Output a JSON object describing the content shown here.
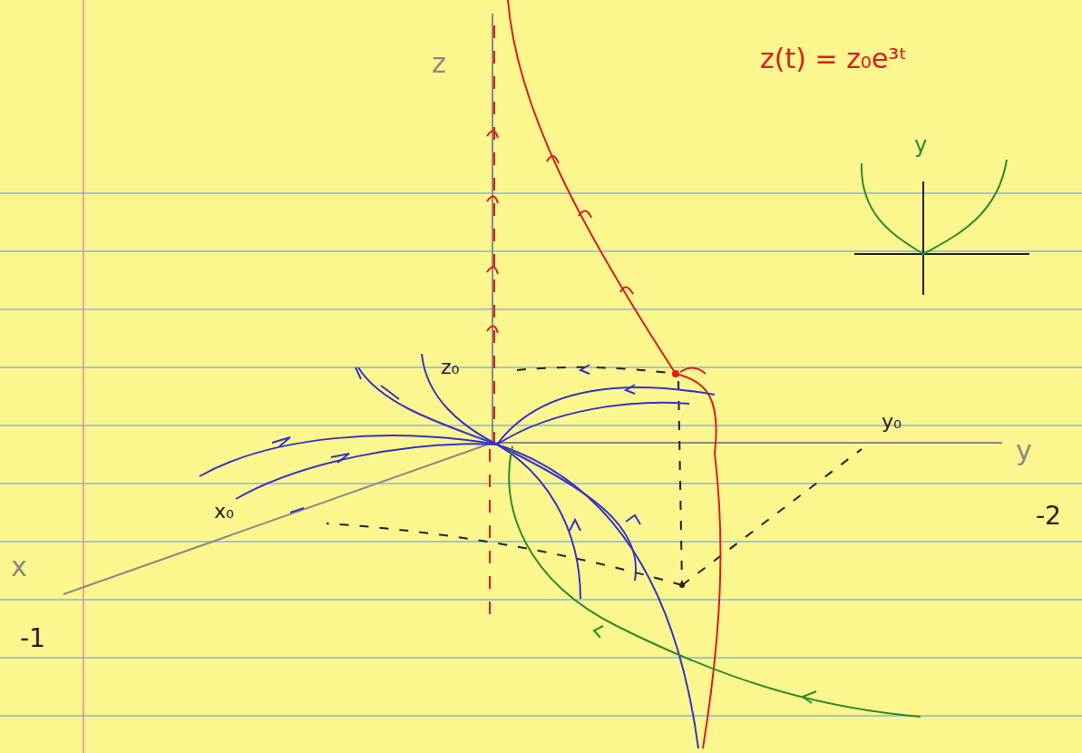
{
  "diagram": {
    "labels": [
      "z",
      "z(t) = z₀e³ᵗ",
      "y",
      "z₀",
      "y₀",
      "y",
      "x₀",
      "x",
      "-1",
      "-2"
    ]
  }
}
